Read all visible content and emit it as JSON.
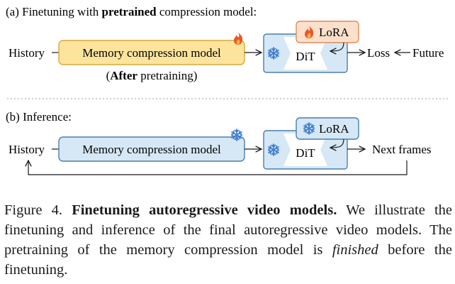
{
  "section_a": {
    "title_prefix": "(a) Finetuning with ",
    "title_bold": "pretrained",
    "title_suffix": " compression model:",
    "history": "History",
    "memory_model": "Memory compression model",
    "dit": "DiT",
    "lora": "LoRA",
    "loss": "Loss",
    "future": "Future",
    "after_bold": "After",
    "after_rest": " pretraining)",
    "after_open": "("
  },
  "section_b": {
    "title": "(b) Inference:",
    "history": "History",
    "memory_model": "Memory compression model",
    "dit": "DiT",
    "lora": "LoRA",
    "next_frames": "Next frames"
  },
  "caption": {
    "figure_label": "Figure 4.",
    "heading": "Finetuning autoregressive video models.",
    "body_1": " We illustrate the finetuning and inference of the final autoregressive video models. The pretraining of the memory compression model is ",
    "emphasis": "finished",
    "body_2": " before the finetuning."
  },
  "colors": {
    "trainable_fill": "#fce49c",
    "trainable_stroke": "#d9a93a",
    "frozen_fill": "#d6e8f5",
    "frozen_stroke": "#4a7fae",
    "lora_fill": "#fde0cc",
    "lora_stroke": "#e08a55",
    "fire": "#e8562a",
    "snow": "#3f7fd0",
    "divider": "#b0b0b0"
  },
  "icons": [
    "fire-icon",
    "snowflake-icon"
  ]
}
